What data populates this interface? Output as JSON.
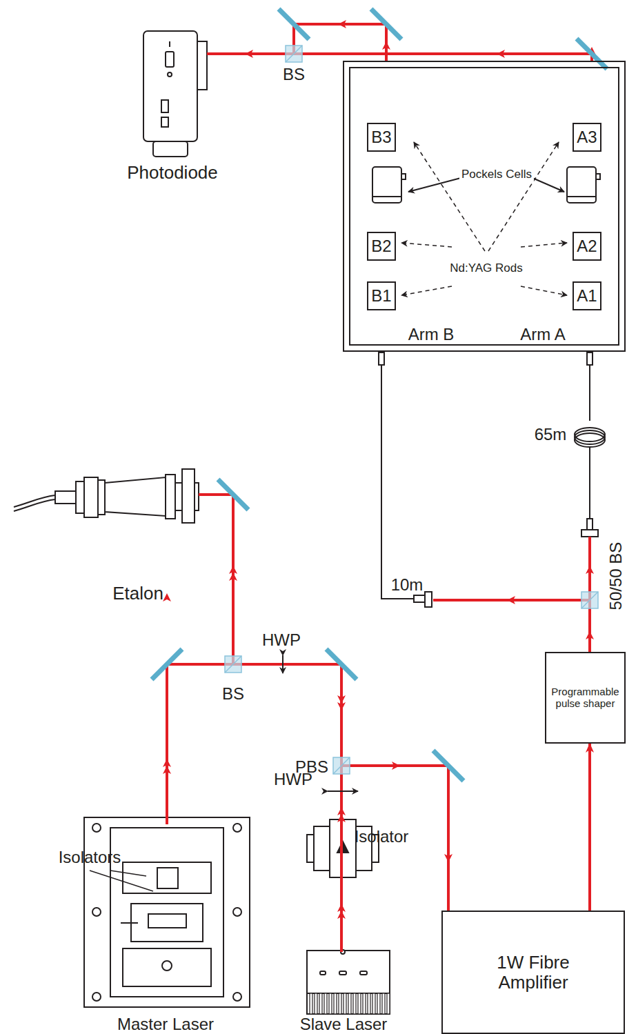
{
  "diagram": {
    "nodes": [
      {
        "text": [
          "Arm B",
          "Arm A"
        ]
      },
      {
        "text": [
          "B3"
        ],
        "in": 0
      },
      {
        "text": [
          "A3"
        ],
        "in": 0
      },
      {
        "text": [
          "B2"
        ],
        "in": 0
      },
      {
        "text": [
          "A2"
        ],
        "in": 0
      },
      {
        "text": [
          "B1"
        ],
        "in": 0
      },
      {
        "text": [
          "A1"
        ],
        "in": 0
      },
      {
        "text": [
          "Programmable pulse shaper"
        ]
      },
      {
        "text": [
          "1W Fibre Amplifier"
        ]
      }
    ],
    "edges": [
      {
        "from": 8,
        "to": 7,
        "arrow": "to"
      }
    ],
    "labels": [
      "Photodiode",
      "BS",
      "Pockels Cells",
      "Nd:YAG Rods",
      "65m",
      "10m",
      "50/50 BS",
      "Etalon",
      "HWP",
      "BS",
      "PBS",
      "HWP",
      "Isolators",
      "Isolator",
      "Master Laser",
      "Slave Laser"
    ]
  }
}
